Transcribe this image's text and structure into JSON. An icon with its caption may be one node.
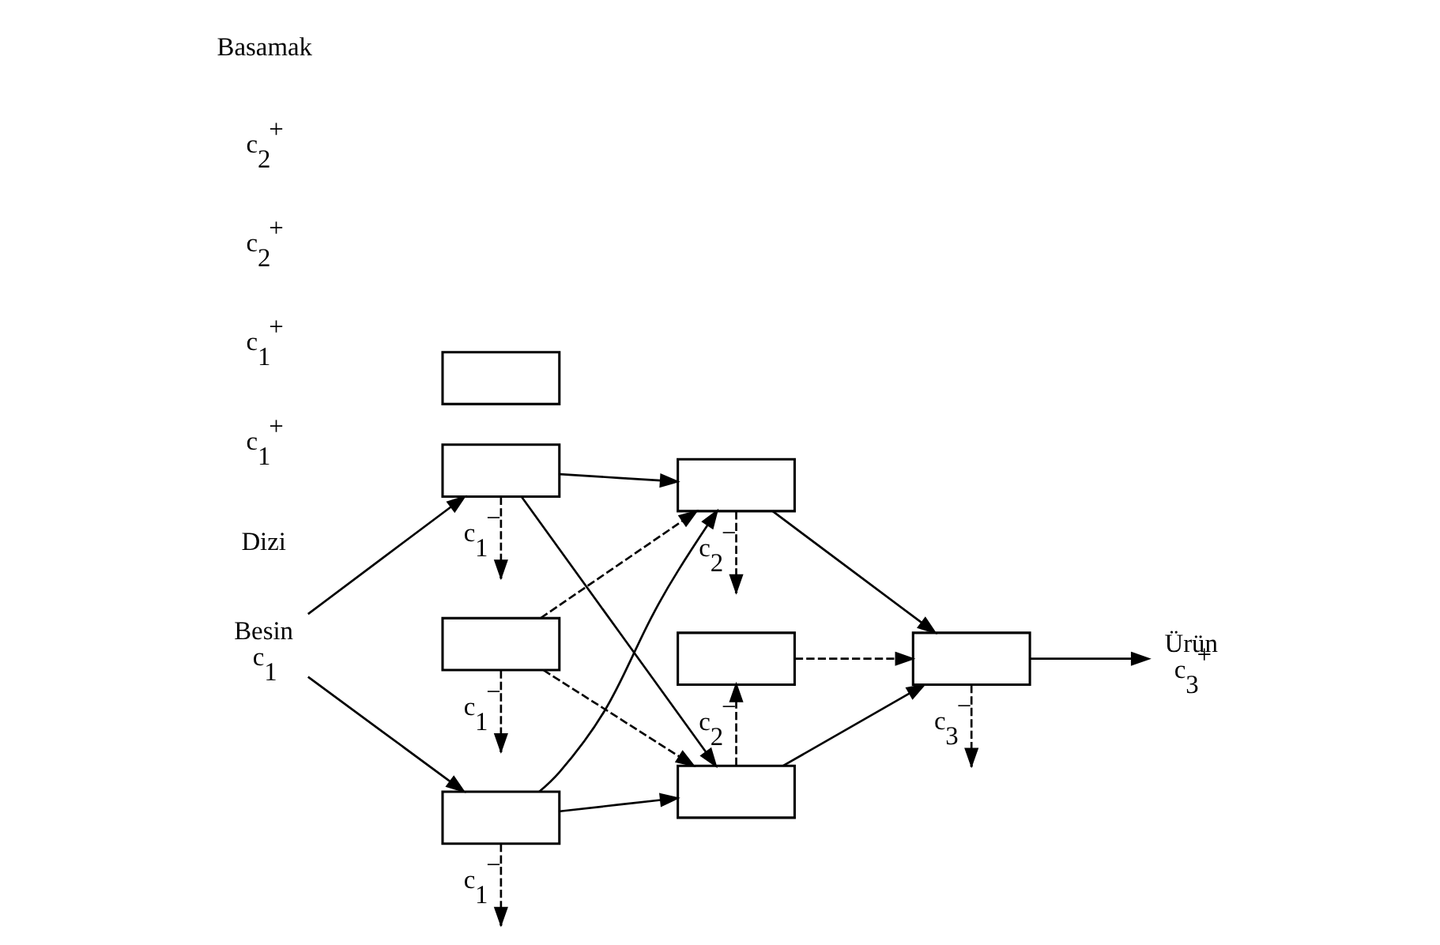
{
  "diagram": {
    "nodes": [
      {
        "text": [
          "Besin",
          "c$_{1}$"
        ]
      },
      {
        "text": [],
        "shape": "box"
      },
      {
        "text": [],
        "shape": "box"
      },
      {
        "text": [],
        "shape": "box"
      },
      {
        "text": [],
        "shape": "box"
      },
      {
        "text": [],
        "shape": "box"
      },
      {
        "text": [],
        "shape": "box"
      },
      {
        "text": [],
        "shape": "box"
      },
      {
        "text": [],
        "shape": "box"
      },
      {
        "text": [
          "Ürün",
          "c$_{3}$$^{+}$"
        ]
      }
    ],
    "edges": [
      {
        "from": 0,
        "to": 1,
        "arrow": "to"
      },
      {
        "from": 0,
        "to": 4,
        "arrow": "to"
      },
      {
        "from": 1,
        "to": null,
        "arrow": "to",
        "style": "dashed",
        "label": "c$_{1}$$^{−}$"
      },
      {
        "from": 2,
        "to": null,
        "arrow": "to",
        "style": "dashed",
        "label": "c$_{1}$$^{−}$"
      },
      {
        "from": 4,
        "to": null,
        "arrow": "to",
        "style": "dashed",
        "label": "c$_{1}$$^{−}$"
      },
      {
        "from": 1,
        "to": 5,
        "arrow": "to"
      },
      {
        "from": 1,
        "to": 7,
        "arrow": "to"
      },
      {
        "from": 2,
        "to": 5,
        "arrow": "to",
        "style": "dashed"
      },
      {
        "from": 2,
        "to": 7,
        "arrow": "to",
        "style": "dashed"
      },
      {
        "from": 4,
        "to": 5,
        "arrow": "to"
      },
      {
        "from": 4,
        "to": 7,
        "arrow": "to"
      },
      {
        "from": 5,
        "to": 6,
        "arrow": "to",
        "style": "dashed",
        "label": "c$_{2}$$^{−}$"
      },
      {
        "from": 7,
        "to": null,
        "arrow": "to",
        "style": "dashed",
        "label": "c$_{2}$$^{−}$"
      },
      {
        "from": 5,
        "to": 8,
        "arrow": "to"
      },
      {
        "from": 6,
        "to": 8,
        "arrow": "to",
        "style": "dashed"
      },
      {
        "from": 7,
        "to": 8,
        "arrow": "to"
      },
      {
        "from": 8,
        "to": null,
        "arrow": "to",
        "style": "dashed",
        "label": "c$_{3}$$^{−}$"
      },
      {
        "from": 8,
        "to": 9,
        "arrow": "to"
      }
    ],
    "labels": [
      "Dizi",
      "c$_{1}$$^{+}$",
      "c$_{1}$$^{+}$",
      "c$_{2}$$^{+}$",
      "c$_{2}$$^{+}$",
      "Basamak"
    ]
  }
}
